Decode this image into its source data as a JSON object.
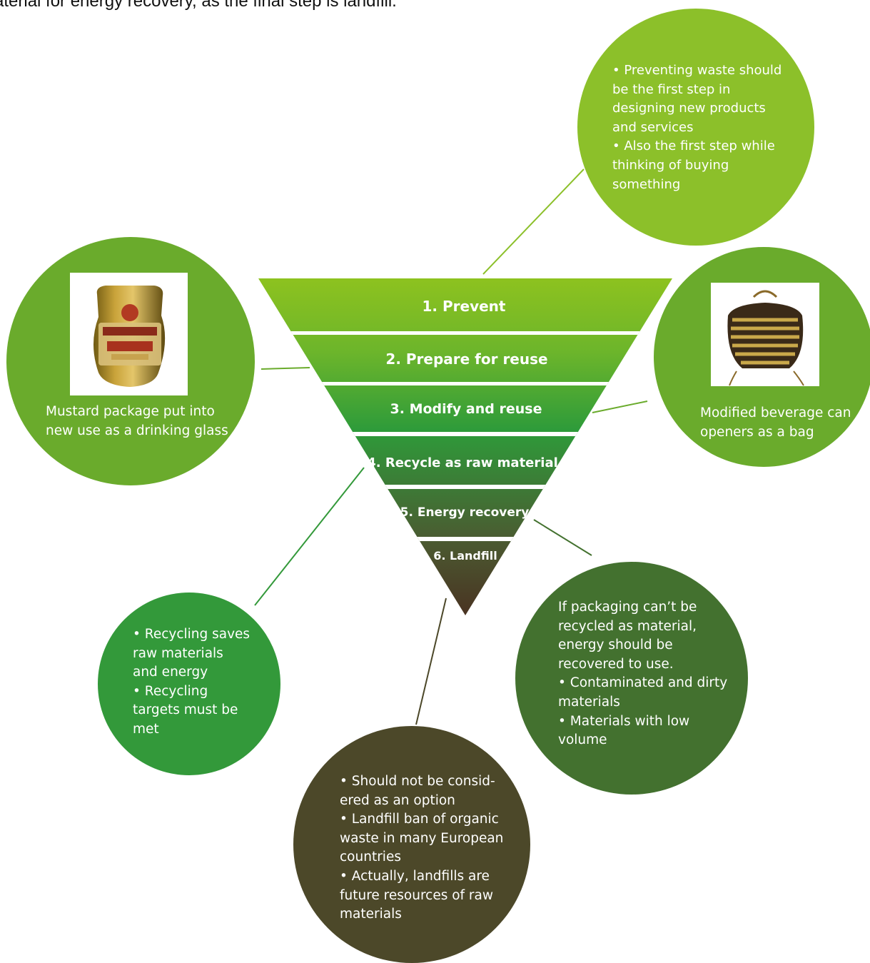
{
  "top_text": "aterial for energy recovery, as the final step is landfill.",
  "colors": {
    "light_green": "#8cc02a",
    "mid_green": "#6aab2c",
    "green": "#33993a",
    "dark_green": "#43712f",
    "olive_brown": "#4c4829",
    "brown": "#4e3b26"
  },
  "hierarchy": {
    "levels": [
      {
        "label": "1. Prevent"
      },
      {
        "label": "2. Prepare for reuse"
      },
      {
        "label": "3. Modify and reuse"
      },
      {
        "label": "4. Recycle as raw material"
      },
      {
        "label": "5. Energy recovery"
      },
      {
        "label": "6. Landfill"
      }
    ]
  },
  "circles": {
    "prevent": {
      "lines": [
        "• Preventing waste should",
        "be the first step in",
        "designing new products",
        "and services",
        "• Also the first step while",
        "thinking of buying",
        "something"
      ]
    },
    "reuse": {
      "image": "mustard-jar-drinking-glass",
      "caption_lines": [
        "Mustard package put into",
        "new use as a drinking glass"
      ]
    },
    "modify": {
      "image": "can-opener-bag",
      "caption_lines": [
        "Modified beverage can",
        "openers as a bag"
      ]
    },
    "recycle": {
      "lines": [
        "• Recycling saves",
        "raw materials",
        "and energy",
        "• Recycling",
        "targets must be",
        "met"
      ]
    },
    "energy": {
      "lines": [
        "If packaging can’t be",
        "recycled as material,",
        "energy should be",
        "recovered to use.",
        "• Contaminated and dirty",
        "materials",
        "• Materials with low",
        "volume"
      ]
    },
    "landfill": {
      "lines": [
        "• Should not be consid-",
        "ered as an option",
        "• Landfill ban of organic",
        "waste in many European",
        "countries",
        "• Actually, landfills are",
        "future resources of raw",
        "materials"
      ]
    }
  }
}
